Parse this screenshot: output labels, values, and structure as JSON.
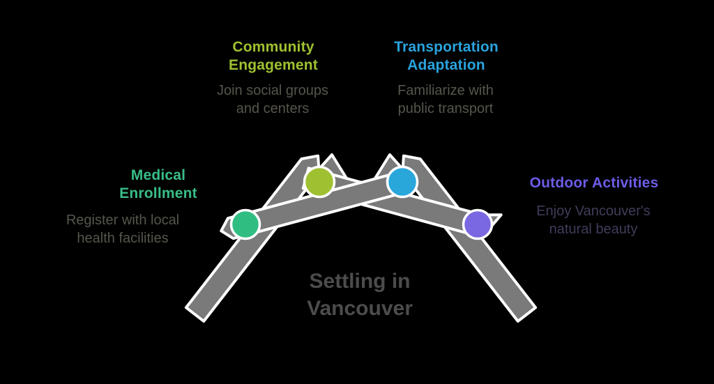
{
  "diagram": {
    "title": "Settling in\nVancouver",
    "title_color": "#4c4c4c",
    "bar_color": "#7a7a7a",
    "outline_color": "#ffffff",
    "background_color": "#000000"
  },
  "steps": [
    {
      "id": "medical-enrollment",
      "heading": "Medical\nEnrollment",
      "heading_color": "#39bd87",
      "subtitle": "Register with local\nhealth facilities",
      "subtitle_color": "#56554c",
      "dot_color": "#30bd82"
    },
    {
      "id": "community-engagement",
      "heading": "Community\nEngagement",
      "heading_color": "#9fc131",
      "subtitle": "Join social groups\nand centers",
      "subtitle_color": "#56554c",
      "dot_color": "#9fc131"
    },
    {
      "id": "transportation-adaptation",
      "heading": "Transportation\nAdaptation",
      "heading_color": "#2aa3dd",
      "subtitle": "Familiarize with\npublic transport",
      "subtitle_color": "#56554c",
      "dot_color": "#29a7db"
    },
    {
      "id": "outdoor-activities",
      "heading": "Outdoor Activities",
      "heading_color": "#6c5ce7",
      "subtitle": "Enjoy Vancouver's\nnatural beauty",
      "subtitle_color": "#403c5a",
      "dot_color": "#7a68e2"
    }
  ]
}
